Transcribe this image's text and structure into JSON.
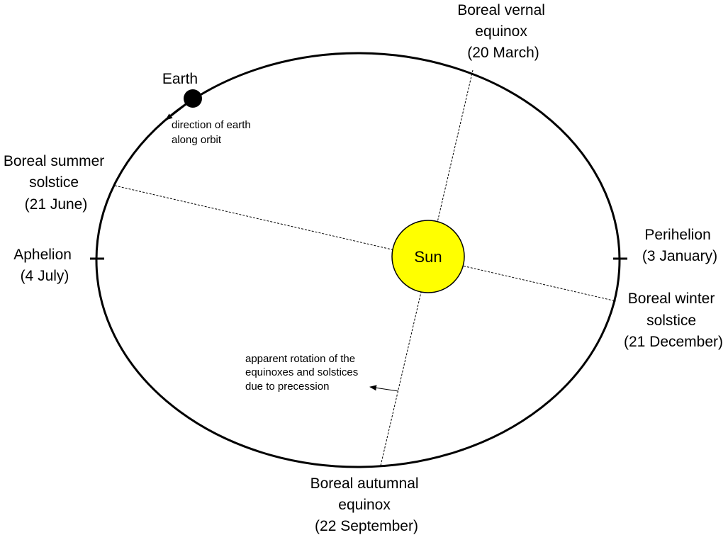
{
  "labels": {
    "earth": "Earth",
    "direction": [
      "direction of earth",
      "along orbit"
    ],
    "vernal": [
      "Boreal vernal",
      "equinox",
      "(20 March)"
    ],
    "summer": [
      "Boreal summer",
      "solstice",
      "(21 June)"
    ],
    "aphelion": [
      "Aphelion",
      "(4 July)"
    ],
    "sun": "Sun",
    "perihelion": [
      "Perihelion",
      "(3 January)"
    ],
    "winter": [
      "Boreal winter",
      "solstice",
      "(21 December)"
    ],
    "precession": [
      "apparent rotation of the",
      "equinoxes and solstices",
      "due to precession"
    ],
    "autumnal": [
      "Boreal autumnal",
      "equinox",
      "(22 September)"
    ]
  },
  "colors": {
    "sun_fill": "#ffff00",
    "line": "#000000",
    "background": "#ffffff"
  }
}
